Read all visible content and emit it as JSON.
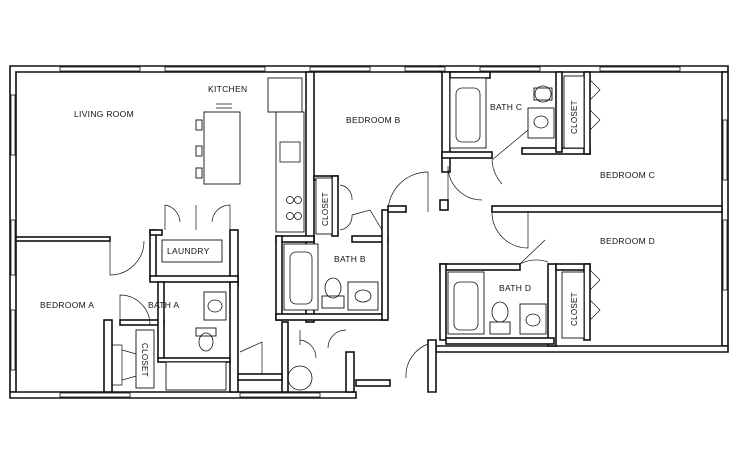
{
  "rooms": {
    "living_room": "LIVING ROOM",
    "kitchen": "KITCHEN",
    "bedroom_a": "BEDROOM A",
    "bath_a": "BATH A",
    "laundry": "LAUNDRY",
    "bedroom_b": "BEDROOM B",
    "bath_b": "BATH B",
    "bath_c": "BATH C",
    "bedroom_c": "BEDROOM C",
    "bedroom_d": "BEDROOM D",
    "bath_d": "BATH D"
  },
  "closets": {
    "closet_a": "CLOSET",
    "closet_b": "CLOSET",
    "closet_c": "CLOSET",
    "closet_d": "CLOSET"
  }
}
